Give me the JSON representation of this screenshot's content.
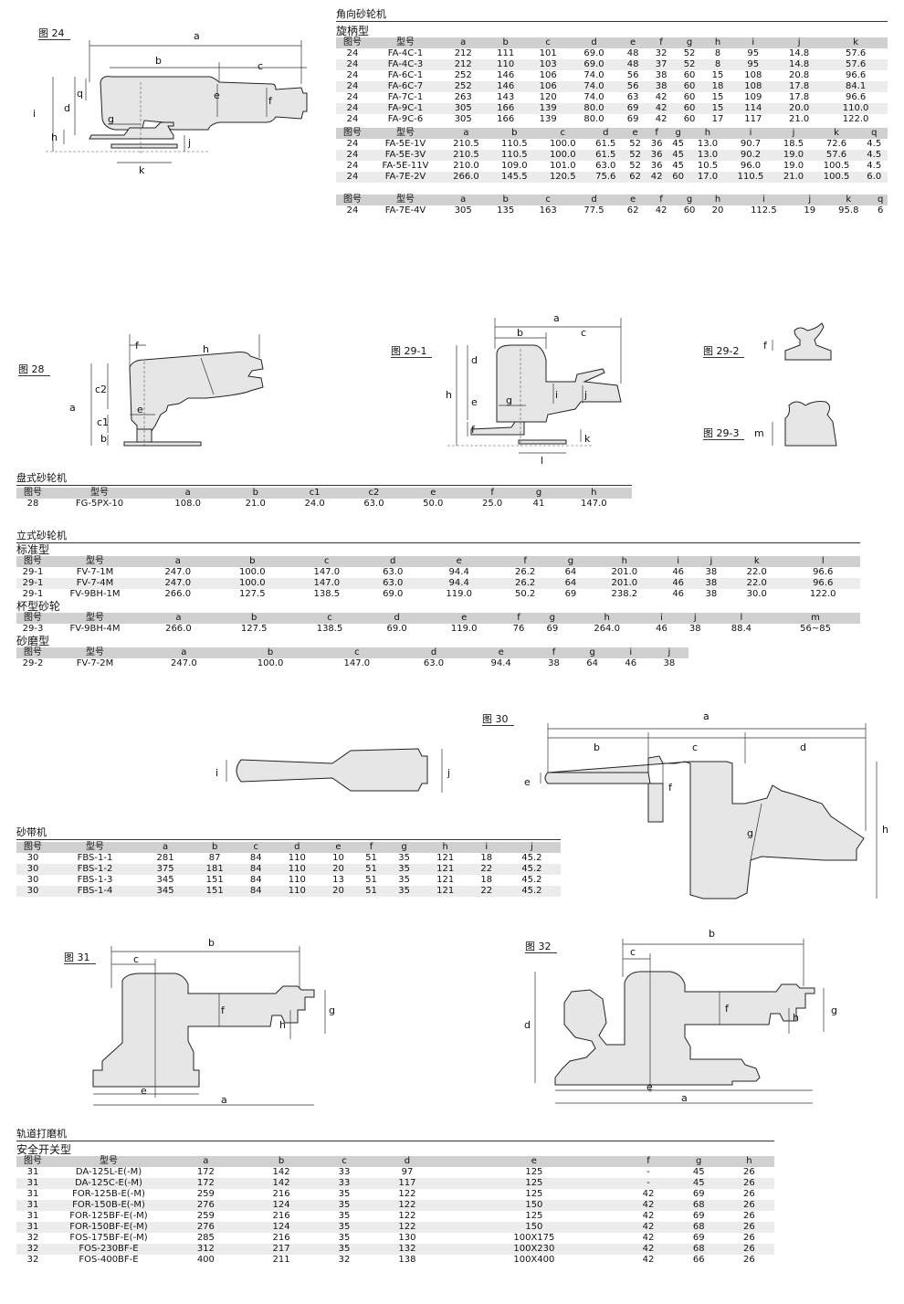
{
  "figures": {
    "fig24": "图 24",
    "fig28": "图 28",
    "fig29_1": "图 29-1",
    "fig29_2": "图 29-2",
    "fig29_3": "图 29-3",
    "fig30": "图 30",
    "fig31": "图 31",
    "fig32": "图 32"
  },
  "dim_letters": {
    "a": "a",
    "b": "b",
    "c": "c",
    "c1": "c1",
    "c2": "c2",
    "d": "d",
    "e": "e",
    "f": "f",
    "g": "g",
    "h": "h",
    "i": "i",
    "j": "j",
    "k": "k",
    "l": "l",
    "m": "m",
    "q": "q"
  },
  "angle_grinder": {
    "title": "角向砂轮机",
    "subtitle": "旋柄型",
    "table1": {
      "headers": [
        "图号",
        "型号",
        "a",
        "b",
        "c",
        "d",
        "e",
        "f",
        "g",
        "h",
        "i",
        "j",
        "k"
      ],
      "rows": [
        [
          "24",
          "FA-4C-1",
          "212",
          "111",
          "101",
          "69.0",
          "48",
          "32",
          "52",
          "8",
          "95",
          "14.8",
          "57.6"
        ],
        [
          "24",
          "FA-4C-3",
          "212",
          "110",
          "103",
          "69.0",
          "48",
          "37",
          "52",
          "8",
          "95",
          "14.8",
          "57.6"
        ],
        [
          "24",
          "FA-6C-1",
          "252",
          "146",
          "106",
          "74.0",
          "56",
          "38",
          "60",
          "15",
          "108",
          "20.8",
          "96.6"
        ],
        [
          "24",
          "FA-6C-7",
          "252",
          "146",
          "106",
          "74.0",
          "56",
          "38",
          "60",
          "18",
          "108",
          "17.8",
          "84.1"
        ],
        [
          "24",
          "FA-7C-1",
          "263",
          "143",
          "120",
          "74.0",
          "63",
          "42",
          "60",
          "15",
          "109",
          "17.8",
          "96.6"
        ],
        [
          "24",
          "FA-9C-1",
          "305",
          "166",
          "139",
          "80.0",
          "69",
          "42",
          "60",
          "15",
          "114",
          "20.0",
          "110.0"
        ],
        [
          "24",
          "FA-9C-6",
          "305",
          "166",
          "139",
          "80.0",
          "69",
          "42",
          "60",
          "17",
          "117",
          "21.0",
          "122.0"
        ]
      ]
    },
    "table2": {
      "headers": [
        "图号",
        "型号",
        "a",
        "b",
        "c",
        "d",
        "e",
        "f",
        "g",
        "h",
        "i",
        "j",
        "k",
        "q"
      ],
      "rows": [
        [
          "24",
          "FA-5E-1V",
          "210.5",
          "110.5",
          "100.0",
          "61.5",
          "52",
          "36",
          "45",
          "13.0",
          "90.7",
          "18.5",
          "72.6",
          "4.5"
        ],
        [
          "24",
          "FA-5E-3V",
          "210.5",
          "110.5",
          "100.0",
          "61.5",
          "52",
          "36",
          "45",
          "13.0",
          "90.2",
          "19.0",
          "57.6",
          "4.5"
        ],
        [
          "24",
          "FA-5E-11V",
          "210.0",
          "109.0",
          "101.0",
          "63.0",
          "52",
          "36",
          "45",
          "10.5",
          "96.0",
          "19.0",
          "100.5",
          "4.5"
        ],
        [
          "24",
          "FA-7E-2V",
          "266.0",
          "145.5",
          "120.5",
          "75.6",
          "62",
          "42",
          "60",
          "17.0",
          "110.5",
          "21.0",
          "100.5",
          "6.0"
        ]
      ]
    },
    "table3": {
      "headers": [
        "图号",
        "型号",
        "a",
        "b",
        "c",
        "d",
        "e",
        "f",
        "g",
        "h",
        "i",
        "j",
        "k",
        "q"
      ],
      "rows": [
        [
          "24",
          "FA-7E-4V",
          "305",
          "135",
          "163",
          "77.5",
          "62",
          "42",
          "60",
          "20",
          "112.5",
          "19",
          "95.8",
          "6"
        ]
      ]
    }
  },
  "disc_grinder": {
    "title": "盘式砂轮机",
    "table": {
      "headers": [
        "图号",
        "型号",
        "a",
        "b",
        "c1",
        "c2",
        "e",
        "f",
        "g",
        "h"
      ],
      "rows": [
        [
          "28",
          "FG-5PX-10",
          "108.0",
          "21.0",
          "24.0",
          "63.0",
          "50.0",
          "25.0",
          "41",
          "147.0"
        ]
      ]
    }
  },
  "vertical_grinder": {
    "title": "立式砂轮机",
    "standard": {
      "subtitle": "标准型",
      "headers": [
        "图号",
        "型号",
        "a",
        "b",
        "c",
        "d",
        "e",
        "f",
        "g",
        "h",
        "i",
        "j",
        "k",
        "l"
      ],
      "rows": [
        [
          "29-1",
          "FV-7-1M",
          "247.0",
          "100.0",
          "147.0",
          "63.0",
          "94.4",
          "26.2",
          "64",
          "201.0",
          "46",
          "38",
          "22.0",
          "96.6"
        ],
        [
          "29-1",
          "FV-7-4M",
          "247.0",
          "100.0",
          "147.0",
          "63.0",
          "94.4",
          "26.2",
          "64",
          "201.0",
          "46",
          "38",
          "22.0",
          "96.6"
        ],
        [
          "29-1",
          "FV-9BH-1M",
          "266.0",
          "127.5",
          "138.5",
          "69.0",
          "119.0",
          "50.2",
          "69",
          "238.2",
          "46",
          "38",
          "30.0",
          "122.0"
        ]
      ]
    },
    "cup": {
      "subtitle": "杯型砂轮",
      "headers": [
        "图号",
        "型号",
        "a",
        "b",
        "c",
        "d",
        "e",
        "f",
        "g",
        "h",
        "i",
        "j",
        "l",
        "m"
      ],
      "rows": [
        [
          "29-3",
          "FV-9BH-4M",
          "266.0",
          "127.5",
          "138.5",
          "69.0",
          "119.0",
          "76",
          "69",
          "264.0",
          "46",
          "38",
          "88.4",
          "56~85"
        ]
      ]
    },
    "sanding": {
      "subtitle": "砂磨型",
      "headers": [
        "图号",
        "型号",
        "a",
        "b",
        "c",
        "d",
        "e",
        "f",
        "g",
        "i",
        "j"
      ],
      "rows": [
        [
          "29-2",
          "FV-7-2M",
          "247.0",
          "100.0",
          "147.0",
          "63.0",
          "94.4",
          "38",
          "64",
          "46",
          "38"
        ]
      ]
    }
  },
  "belt_sander": {
    "title": "砂带机",
    "table": {
      "headers": [
        "图号",
        "型号",
        "a",
        "b",
        "c",
        "d",
        "e",
        "f",
        "g",
        "h",
        "i",
        "j"
      ],
      "rows": [
        [
          "30",
          "FBS-1-1",
          "281",
          "87",
          "84",
          "110",
          "10",
          "51",
          "35",
          "121",
          "18",
          "45.2"
        ],
        [
          "30",
          "FBS-1-2",
          "375",
          "181",
          "84",
          "110",
          "20",
          "51",
          "35",
          "121",
          "22",
          "45.2"
        ],
        [
          "30",
          "FBS-1-3",
          "345",
          "151",
          "84",
          "110",
          "13",
          "51",
          "35",
          "121",
          "18",
          "45.2"
        ],
        [
          "30",
          "FBS-1-4",
          "345",
          "151",
          "84",
          "110",
          "20",
          "51",
          "35",
          "121",
          "22",
          "45.2"
        ]
      ]
    }
  },
  "orbital_sander": {
    "title": "轨道打磨机",
    "subtitle": "安全开关型",
    "table": {
      "headers": [
        "图号",
        "型号",
        "a",
        "b",
        "c",
        "d",
        "e",
        "f",
        "g",
        "h"
      ],
      "rows": [
        [
          "31",
          "DA-125L-E(-M)",
          "172",
          "142",
          "33",
          "97",
          "125",
          "-",
          "45",
          "26"
        ],
        [
          "31",
          "DA-125C-E(-M)",
          "172",
          "142",
          "33",
          "117",
          "125",
          "-",
          "45",
          "26"
        ],
        [
          "31",
          "FOR-125B-E(-M)",
          "259",
          "216",
          "35",
          "122",
          "125",
          "42",
          "69",
          "26"
        ],
        [
          "31",
          "FOR-150B-E(-M)",
          "276",
          "124",
          "35",
          "122",
          "150",
          "42",
          "68",
          "26"
        ],
        [
          "31",
          "FOR-125BF-E(-M)",
          "259",
          "216",
          "35",
          "122",
          "125",
          "42",
          "69",
          "26"
        ],
        [
          "31",
          "FOR-150BF-E(-M)",
          "276",
          "124",
          "35",
          "122",
          "150",
          "42",
          "68",
          "26"
        ],
        [
          "32",
          "FOS-175BF-E(-M)",
          "285",
          "216",
          "35",
          "130",
          "100X175",
          "42",
          "69",
          "26"
        ],
        [
          "32",
          "FOS-230BF-E",
          "312",
          "217",
          "35",
          "132",
          "100X230",
          "42",
          "68",
          "26"
        ],
        [
          "32",
          "FOS-400BF-E",
          "400",
          "211",
          "32",
          "138",
          "100X400",
          "42",
          "66",
          "26"
        ]
      ]
    }
  }
}
